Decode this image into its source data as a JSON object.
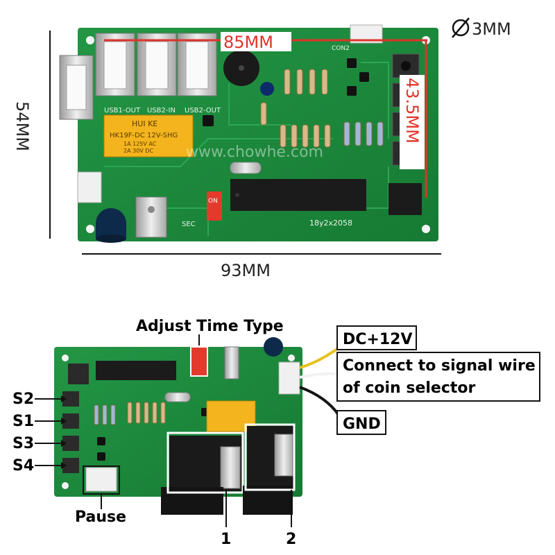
{
  "top_board": {
    "dimensions": {
      "width": "85MM",
      "height": "43.5MM",
      "hole": "3MM",
      "outer_height": "54MM",
      "outer_width": "93MM"
    },
    "silkscreen": {
      "relay_brand": "HUI KE",
      "relay_model": "HK19F-DC 12V-SHG",
      "relay_rating_1": "1A 125V AC",
      "relay_rating_2": "2A 30V DC",
      "switch_label": "ON",
      "watermark": "www.chowhe.com",
      "board_code": "18y2x2058",
      "usb_labels": [
        "USB1-OUT",
        "USB2-IN",
        "USB2-OUT"
      ],
      "con_label": "CON2",
      "sec_label": "SEC"
    }
  },
  "bottom_board": {
    "title": "Adjust Time Type",
    "callouts": {
      "dc": "DC+12V",
      "signal_line1": "Connect to signal wire",
      "signal_line2": "of coin selector",
      "gnd": "GND"
    },
    "buttons": [
      "S2",
      "S1",
      "S3",
      "S4"
    ],
    "pause": "Pause",
    "usb_markers": [
      "1",
      "2"
    ]
  },
  "colors": {
    "board_green": "#1f8a3a",
    "board_dark": "#176b2d",
    "dimension_red": "#e0332b",
    "relay_yellow": "#f3b41e",
    "chip_black": "#1b1b1b",
    "usb_silver": "#cfcfcf",
    "wire_yellow": "#e6c21a",
    "wire_white": "#f2f2f2",
    "wire_black": "#151515"
  }
}
